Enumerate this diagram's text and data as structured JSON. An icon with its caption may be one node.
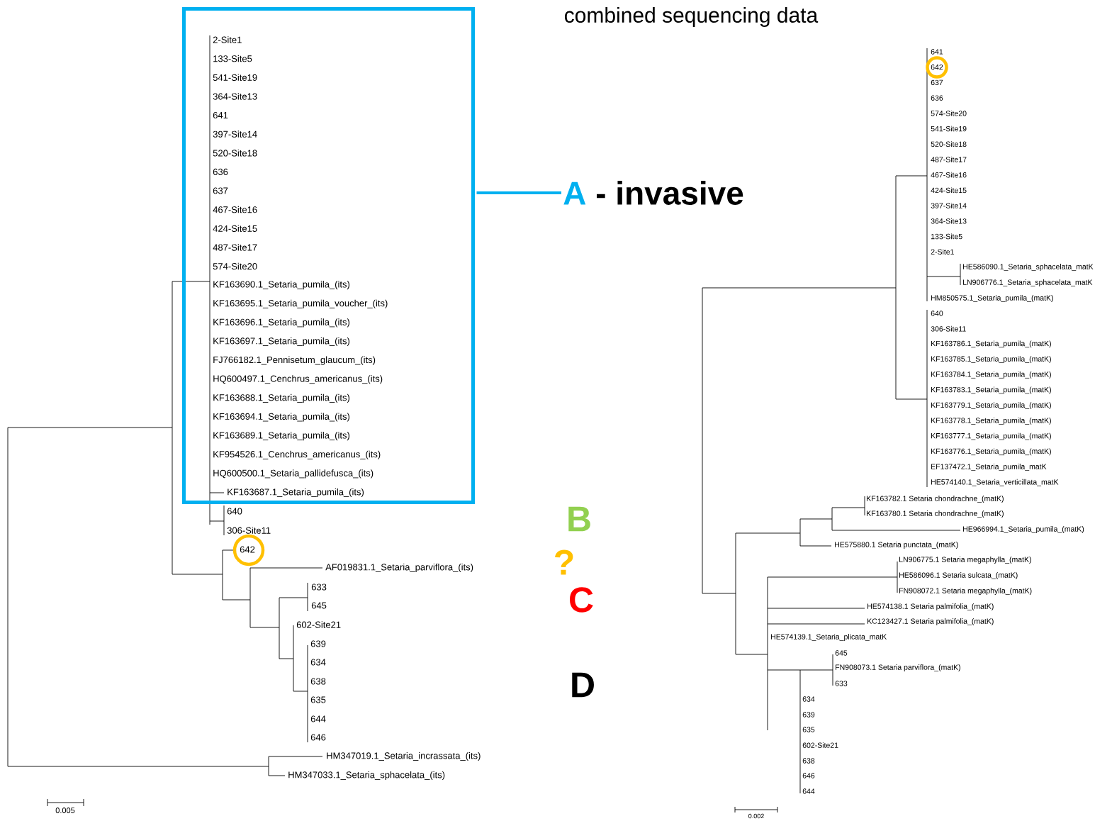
{
  "diagram": {
    "title": "combined sequencing data",
    "nodes": [
      {
        "text": [],
        "shape": "box"
      },
      {
        "text": [
          "A",
          "- invasive"
        ]
      }
    ],
    "edges": [
      {
        "from": 0,
        "to": 1,
        "arrow": "none"
      }
    ],
    "labels": [
      "2-Site1",
      "133-Site5",
      "541-Site19",
      "364-Site13",
      "641",
      "397-Site14",
      "520-Site18",
      "636",
      "637",
      "467-Site16",
      "424-Site15",
      "487-Site17",
      "574-Site20",
      "KF163690.1_Setaria_pumila_(its)",
      "KF163695.1_Setaria_pumila_voucher_(its)",
      "KF163696.1_Setaria_pumila_(its)",
      "KF163697.1_Setaria_pumila_(its)",
      "FJ766182.1_Pennisetum_glaucum_(its)",
      "HQ600497.1_Cenchrus_americanus_(its)",
      "KF163688.1_Setaria_pumila_(its)",
      "KF163694.1_Setaria_pumila_(its)",
      "KF163689.1_Setaria_pumila_(its)",
      "KF954526.1_Cenchrus_americanus_(its)",
      "HQ600500.1_Setaria_pallidefusca_(its)",
      "KF163687.1_Setaria_pumila_(its)",
      "640",
      "306-Site11",
      "642",
      "AF019831.1_Setaria_parviflora_(its)",
      "633",
      "645",
      "602-Site21",
      "639",
      "634",
      "638",
      "635",
      "644",
      "646",
      "HM347019.1_Setaria_incrassata_(its)",
      "HM347033.1_Setaria_sphacelata_(its)",
      "B",
      "?",
      "C",
      "D",
      "0.005",
      "641",
      "642",
      "637",
      "636",
      "574-Site20",
      "541-Site19",
      "520-Site18",
      "487-Site17",
      "467-Site16",
      "424-Site15",
      "397-Site14",
      "364-Site13",
      "133-Site5",
      "2-Site1",
      "HE586090.1_Setaria_sphacelata_matK",
      "LN906776.1_Setaria_sphacelata_matK",
      "HM850575.1_Setaria_pumila_(matK)",
      "640",
      "306-Site11",
      "KF163786.1_Setaria_pumila_(matK)",
      "KF163785.1_Setaria_pumila_(matK)",
      "KF163784.1_Setaria_pumila_(matK)",
      "KF163783.1_Setaria_pumila_(matK)",
      "KF163779.1_Setaria_pumila_(matK)",
      "KF163778.1_Setaria_pumila_(matK)",
      "KF163777.1_Setaria_pumila_(matK)",
      "KF163776.1_Setaria_pumila_(matK)",
      "EF137472.1_Setaria_pumila_matK",
      "HE574140.1_Setaria_verticillata_matK",
      "KF163782.1 Setaria chondrachne_(matK)",
      "KF163780.1 Setaria chondrachne_(matK)",
      "HE966994.1_Setaria_pumila_(matK)",
      "HE575880.1 Setaria punctata_(matK)",
      "LN906775.1 Setaria megaphylla_(matK)",
      "HE586096.1 Setaria sulcata_(matK)",
      "FN908072.1 Setaria megaphylla_(matK)",
      "HE574138.1 Setaria palmifolia_(matK)",
      "KC123427.1 Setaria palmifolia_(matK)",
      "HE574139.1_Setaria_plicata_matK",
      "645",
      "FN908073.1 Setaria parviflora_(matK)",
      "633",
      "634",
      "639",
      "635",
      "602-Site21",
      "638",
      "646",
      "644",
      "0.002"
    ]
  }
}
